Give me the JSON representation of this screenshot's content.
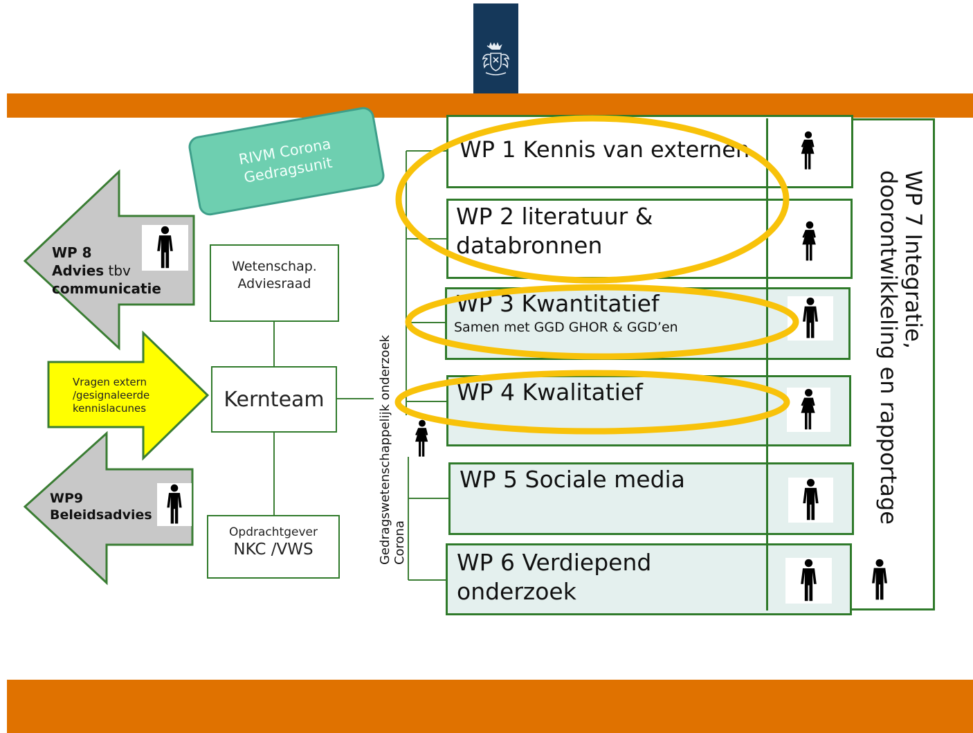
{
  "header": {
    "logo_icon": "rijksoverheid-coat-of-arms-icon"
  },
  "colors": {
    "orange": "#e07200",
    "navy": "#15385a",
    "green": "#2f7a2a",
    "teal": "#6ecfb0",
    "yellow_highlight": "#f8c20a",
    "arrow_yellow": "#ffff00",
    "arrow_grey": "#c8c8c8",
    "light_teal_fill": "#e4f0ee"
  },
  "rivm": {
    "line1": "RIVM Corona",
    "line2": "Gedragsunit"
  },
  "arrows": {
    "wp8": {
      "line1": "WP 8",
      "line2_bold": "Advies",
      "line2_normal": " tbv",
      "line3": "communicatie"
    },
    "input": {
      "line1": "Vragen extern",
      "line2": "/gesignaleerde",
      "line3": "kennislacunes"
    },
    "wp9": {
      "line1": "WP9",
      "line2": "Beleidsadvies"
    }
  },
  "center": {
    "advisory": {
      "line1": "Wetenschap.",
      "line2": "Adviesraad"
    },
    "core": {
      "label": "Kernteam"
    },
    "client": {
      "line1": "Opdrachtgever",
      "line2": "NKC /VWS"
    }
  },
  "vertical_label": {
    "line1": "Gedragswetenschappelijk onderzoek",
    "line2": "Corona"
  },
  "work_packages": [
    {
      "id": "wp1",
      "line1": "WP 1 Kennis van externen",
      "line2": "",
      "sub": ""
    },
    {
      "id": "wp2",
      "line1": "WP 2 literatuur &",
      "line2": "databronnen",
      "sub": ""
    },
    {
      "id": "wp3",
      "line1": "WP 3 Kwantitatief",
      "line2": "",
      "sub": "Samen met GGD GHOR & GGD’en"
    },
    {
      "id": "wp4",
      "line1": "WP 4 Kwalitatief",
      "line2": "",
      "sub": ""
    },
    {
      "id": "wp5",
      "line1": "WP 5 Sociale media",
      "line2": "",
      "sub": ""
    },
    {
      "id": "wp6",
      "line1": "WP 6 Verdiepend",
      "line2": "onderzoek",
      "sub": ""
    }
  ],
  "wp7": {
    "line1": "WP 7 Integratie,",
    "line2": "doorontwikkeling en rapportage"
  },
  "icons": {
    "person_female": "person-female-icon",
    "person_male": "person-male-icon"
  }
}
